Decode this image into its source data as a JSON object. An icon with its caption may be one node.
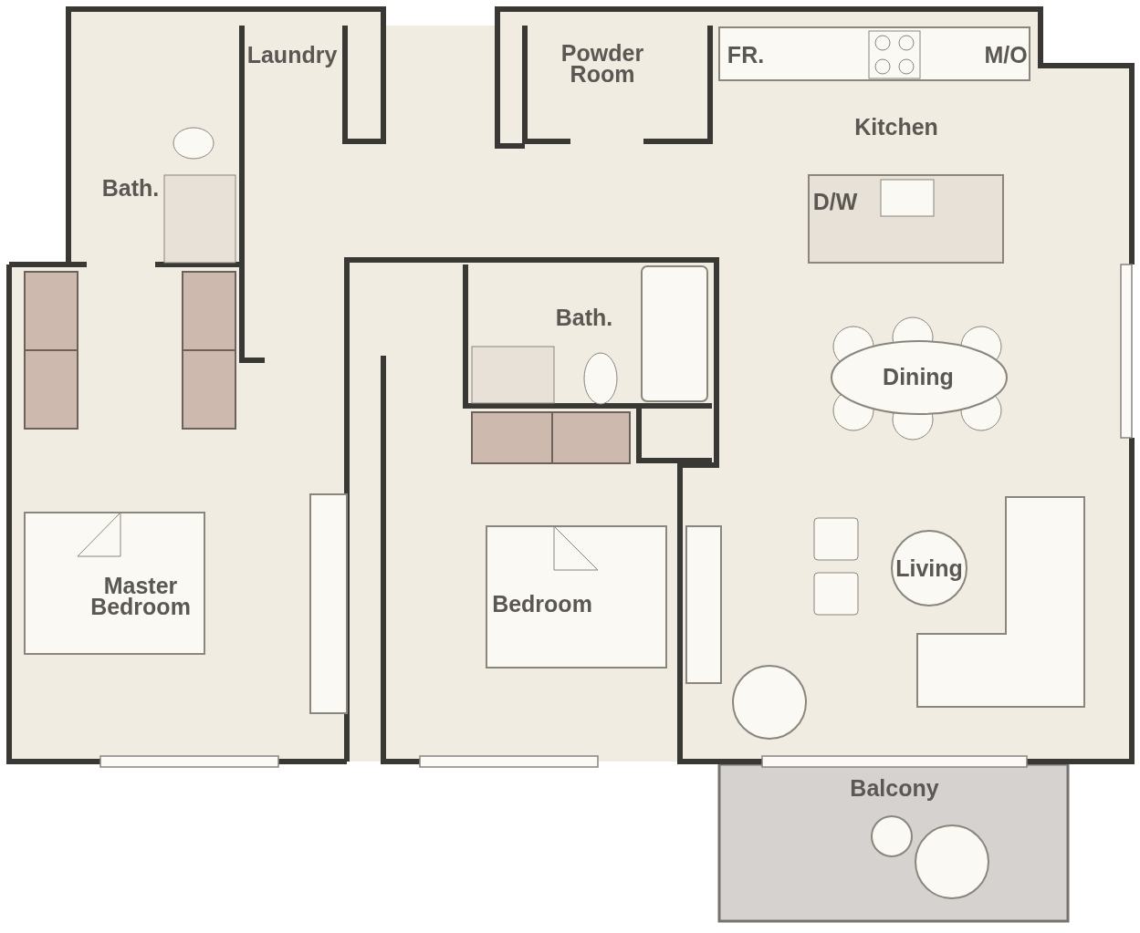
{
  "diagram": {
    "labels": [
      "Laundry",
      "Powder Room",
      "FR.",
      "M/O",
      "Kitchen",
      "Bath.",
      "D/W",
      "Bath.",
      "Dining",
      "Living",
      "Master Bedroom",
      "Bedroom",
      "Balcony"
    ]
  }
}
